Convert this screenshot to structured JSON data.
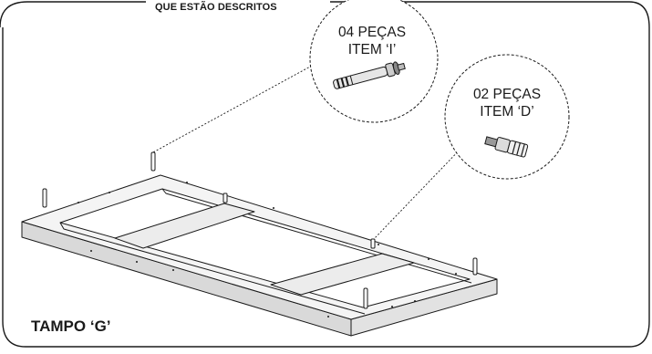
{
  "header_note": "QUE ESTÃO DESCRITOS",
  "callouts": [
    {
      "quantity": "04 PEÇAS",
      "item": "ITEM ‘I’",
      "part_icon": "dowel-pin-icon"
    },
    {
      "quantity": "02 PEÇAS",
      "item": "ITEM ‘D’",
      "part_icon": "cam-bolt-icon"
    }
  ],
  "panel_label": "TAMPO ‘G’",
  "colors": {
    "line": "#1a1a1a",
    "panel_face": "#f2f2f2",
    "panel_edge": "#d9d9d9",
    "background": "#ffffff"
  }
}
